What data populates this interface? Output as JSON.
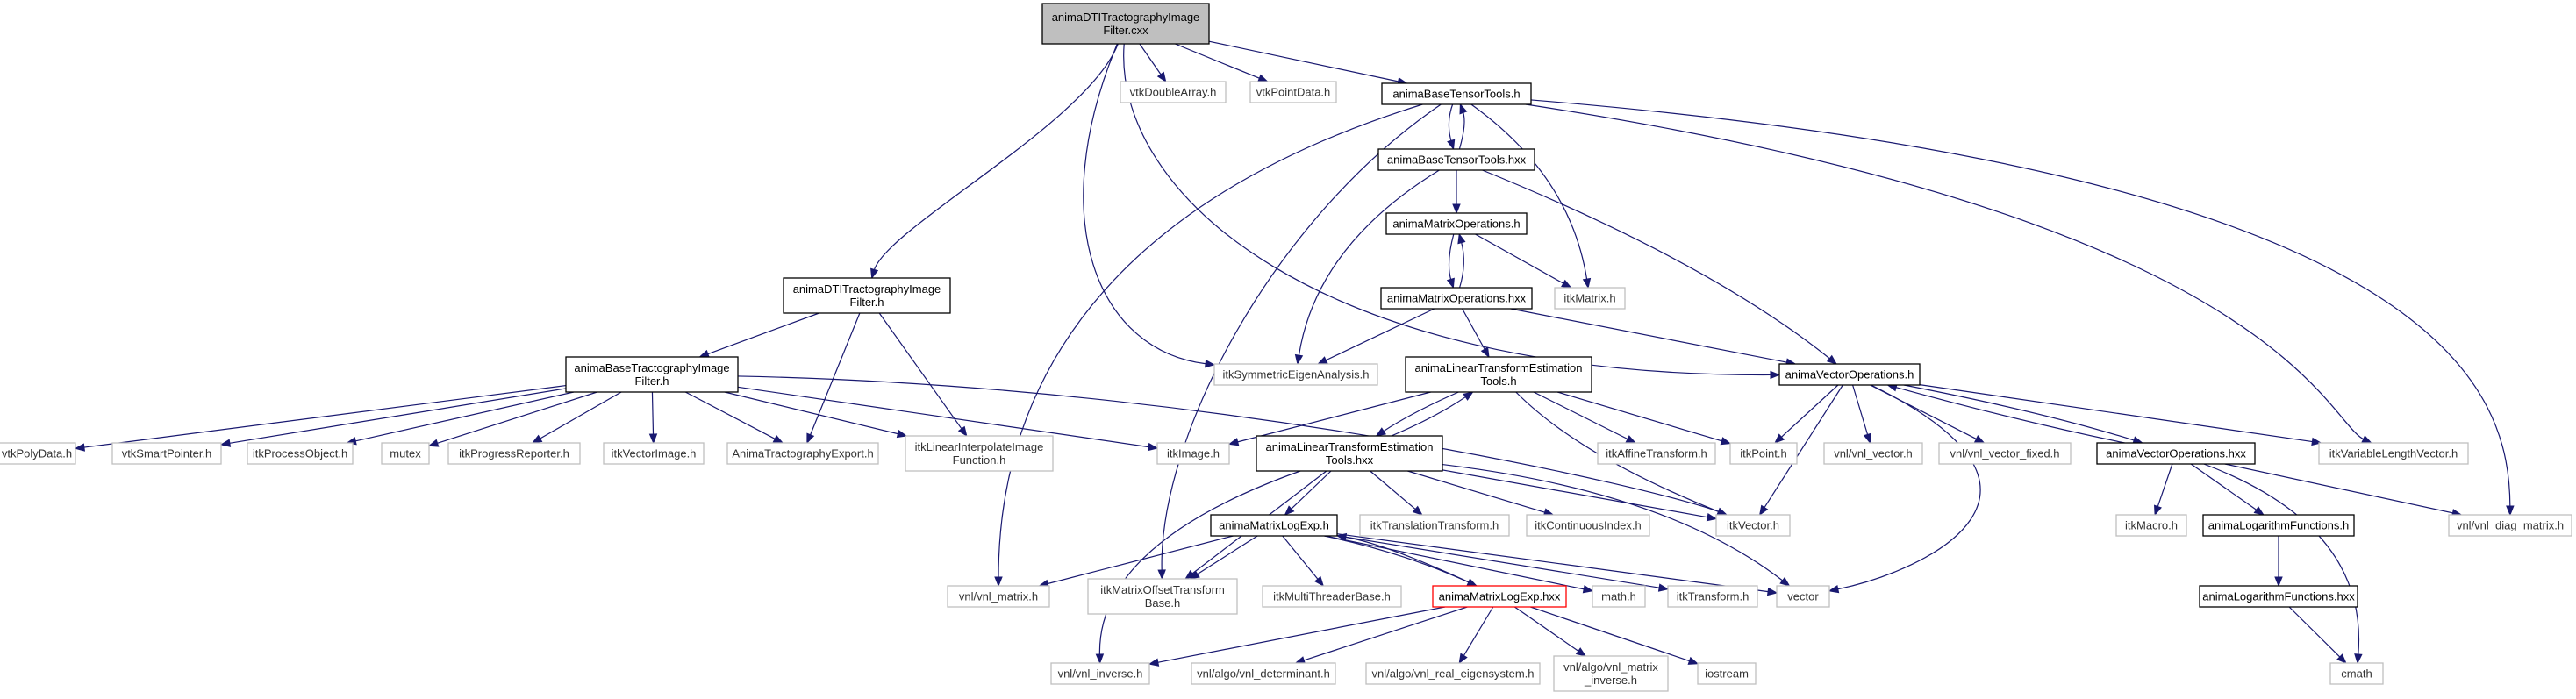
{
  "colors": {
    "edge": "#191970",
    "documented_border": "#000000",
    "external_border": "#bfbfbf",
    "root_fill": "#bfbfbf",
    "cycle_border": "#ff0000"
  },
  "nodes": {
    "root": [
      "animaDTITractographyImage",
      "Filter.cxx"
    ],
    "vtk_double_array": [
      "vtkDoubleArray.h"
    ],
    "vtk_point_data": [
      "vtkPointData.h"
    ],
    "base_tensor_tools_h": [
      "animaBaseTensorTools.h"
    ],
    "base_tensor_tools_hxx": [
      "animaBaseTensorTools.hxx"
    ],
    "matrix_operations_h": [
      "animaMatrixOperations.h"
    ],
    "matrix_operations_hxx": [
      "animaMatrixOperations.hxx"
    ],
    "itk_matrix": [
      "itkMatrix.h"
    ],
    "dti_filter_h": [
      "animaDTITractographyImage",
      "Filter.h"
    ],
    "itk_sym_eigen": [
      "itkSymmetricEigenAnalysis.h"
    ],
    "lin_transform_tools_h": [
      "animaLinearTransformEstimation",
      "Tools.h"
    ],
    "vector_operations_h": [
      "animaVectorOperations.h"
    ],
    "base_tracto_filter_h": [
      "animaBaseTractographyImage",
      "Filter.h"
    ],
    "vtk_poly_data": [
      "vtkPolyData.h"
    ],
    "vtk_smart_pointer": [
      "vtkSmartPointer.h"
    ],
    "itk_process_object": [
      "itkProcessObject.h"
    ],
    "mutex": [
      "mutex"
    ],
    "itk_progress_reporter": [
      "itkProgressReporter.h"
    ],
    "itk_vector_image": [
      "itkVectorImage.h"
    ],
    "anima_tracto_export": [
      "AnimaTractographyExport.h"
    ],
    "itk_linear_interp": [
      "itkLinearInterpolateImage",
      "Function.h"
    ],
    "itk_image": [
      "itkImage.h"
    ],
    "lin_transform_tools_hxx": [
      "animaLinearTransformEstimation",
      "Tools.hxx"
    ],
    "itk_affine": [
      "itkAffineTransform.h"
    ],
    "itk_point": [
      "itkPoint.h"
    ],
    "vnl_vector": [
      "vnl/vnl_vector.h"
    ],
    "vnl_vector_fixed": [
      "vnl/vnl_vector_fixed.h"
    ],
    "vector_operations_hxx": [
      "animaVectorOperations.hxx"
    ],
    "itk_var_length_vec": [
      "itkVariableLengthVector.h"
    ],
    "itk_translation": [
      "itkTranslationTransform.h"
    ],
    "itk_continuous_index": [
      "itkContinuousIndex.h"
    ],
    "itk_vector": [
      "itkVector.h"
    ],
    "itk_macro": [
      "itkMacro.h"
    ],
    "log_functions_h": [
      "animaLogarithmFunctions.h"
    ],
    "vnl_diag_matrix": [
      "vnl/vnl_diag_matrix.h"
    ],
    "matrix_log_exp_h": [
      "animaMatrixLogExp.h"
    ],
    "vnl_matrix": [
      "vnl/vnl_matrix.h"
    ],
    "itk_matrix_offset": [
      "itkMatrixOffsetTransform",
      "Base.h"
    ],
    "itk_multi_threader": [
      "itkMultiThreaderBase.h"
    ],
    "matrix_log_exp_hxx": [
      "animaMatrixLogExp.hxx"
    ],
    "math_h": [
      "math.h"
    ],
    "itk_transform": [
      "itkTransform.h"
    ],
    "vector": [
      "vector"
    ],
    "log_functions_hxx": [
      "animaLogarithmFunctions.hxx"
    ],
    "vnl_inverse": [
      "vnl/vnl_inverse.h"
    ],
    "vnl_determinant": [
      "vnl/algo/vnl_determinant.h"
    ],
    "vnl_real_eigensystem": [
      "vnl/algo/vnl_real_eigensystem.h"
    ],
    "vnl_matrix_inverse": [
      "vnl/algo/vnl_matrix",
      "_inverse.h"
    ],
    "iostream": [
      "iostream"
    ],
    "cmath": [
      "cmath"
    ]
  }
}
